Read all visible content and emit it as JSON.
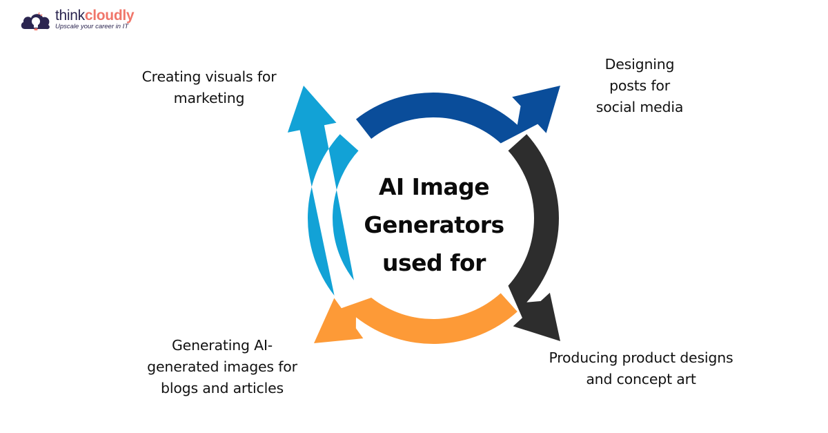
{
  "brand": {
    "name_part1": "think",
    "name_part2": "cloudly",
    "tagline": "Upscale your career in IT",
    "colors": {
      "dark": "#2b2550",
      "accent": "#f0766a"
    }
  },
  "diagram": {
    "center_title": "AI Image Generators used for",
    "center_lines": [
      "AI Image",
      "Generators",
      "used for"
    ],
    "items": [
      {
        "id": "marketing",
        "label": "Creating visuals for marketing",
        "lines": [
          "Creating visuals for",
          "marketing"
        ],
        "arrow_color": "#12a2d6",
        "position": "top-left"
      },
      {
        "id": "social",
        "label": "Designing posts for social media",
        "lines": [
          "Designing",
          "posts for",
          "social media"
        ],
        "arrow_color": "#0a4d9a",
        "position": "top-right"
      },
      {
        "id": "product",
        "label": "Producing product designs and concept art",
        "lines": [
          "Producing product designs",
          "and concept art"
        ],
        "arrow_color": "#2d2d2d",
        "position": "bottom-right"
      },
      {
        "id": "blogs",
        "label": "Generating AI-generated images for blogs and articles",
        "lines": [
          "Generating AI-",
          "generated images for",
          "blogs and articles"
        ],
        "arrow_color": "#fd9a37",
        "position": "bottom-left"
      }
    ]
  }
}
